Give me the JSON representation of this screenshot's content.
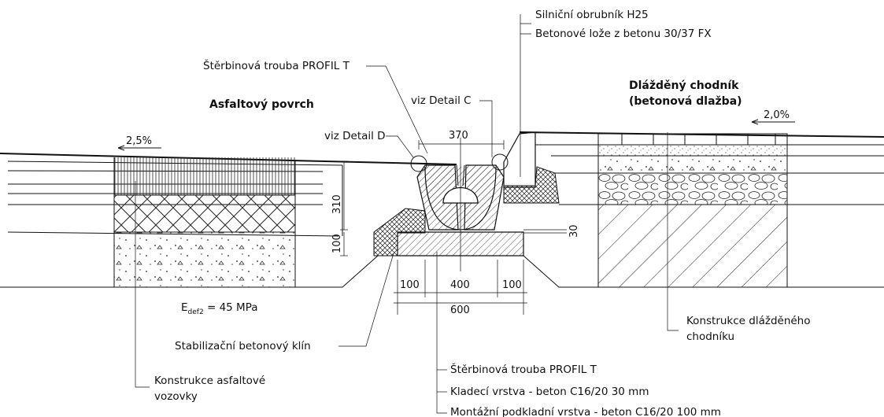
{
  "labels": {
    "road_curb": "Silniční obrubník H25",
    "concrete_bed": "Betonové lože z betonu 30/37 FX",
    "slot_pipe_top": "Štěrbinová trouba PROFIL T",
    "detail_c": "viz Detail C",
    "detail_d": "viz Detail D",
    "asphalt_surface": "Asfaltový povrch",
    "paved_sidewalk_1": "Dlážděný chodník",
    "paved_sidewalk_2": "(betonová dlažba)",
    "slope_left": "2,5%",
    "slope_right": "2,0%",
    "edef_main": "E",
    "edef_sub": "def2",
    "edef_value": " = 45 MPa",
    "stabilization_wedge": "Stabilizační betonový klín",
    "asphalt_construction_1": "Konstrukce asfaltové",
    "asphalt_construction_2": "vozovky",
    "sidewalk_construction_1": "Konstrukce dlážděného",
    "sidewalk_construction_2": "chodníku",
    "legend_pipe": "Štěrbinová trouba PROFIL T",
    "legend_bedding": "Kladecí vrstva - beton C16/20    30 mm",
    "legend_mounting": "Montážní podkladní vrstva - beton C16/20    100 mm"
  },
  "dimensions": {
    "top_width": "370",
    "pipe_height": "310",
    "base_height": "100",
    "bedding_height": "30",
    "left_margin": "100",
    "center_width": "400",
    "right_margin": "100",
    "total_width": "600"
  }
}
